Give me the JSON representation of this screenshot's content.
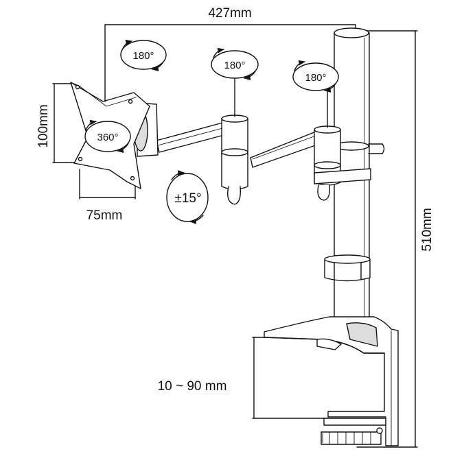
{
  "diagram": {
    "dimensions": {
      "overall_width": "427mm",
      "overall_height": "510mm",
      "vesa_vertical": "100mm",
      "vesa_horizontal": "75mm",
      "clamp_range": "10 ~ 90 mm"
    },
    "rotations": {
      "vesa_swivel": "180°",
      "elbow_swivel": "180°",
      "pole_swivel": "180°",
      "plate_rotation": "360°",
      "tilt": "±15°"
    },
    "colors": {
      "line": "#111111",
      "fill": "#ffffff",
      "shade": "#d9d9d9"
    }
  }
}
